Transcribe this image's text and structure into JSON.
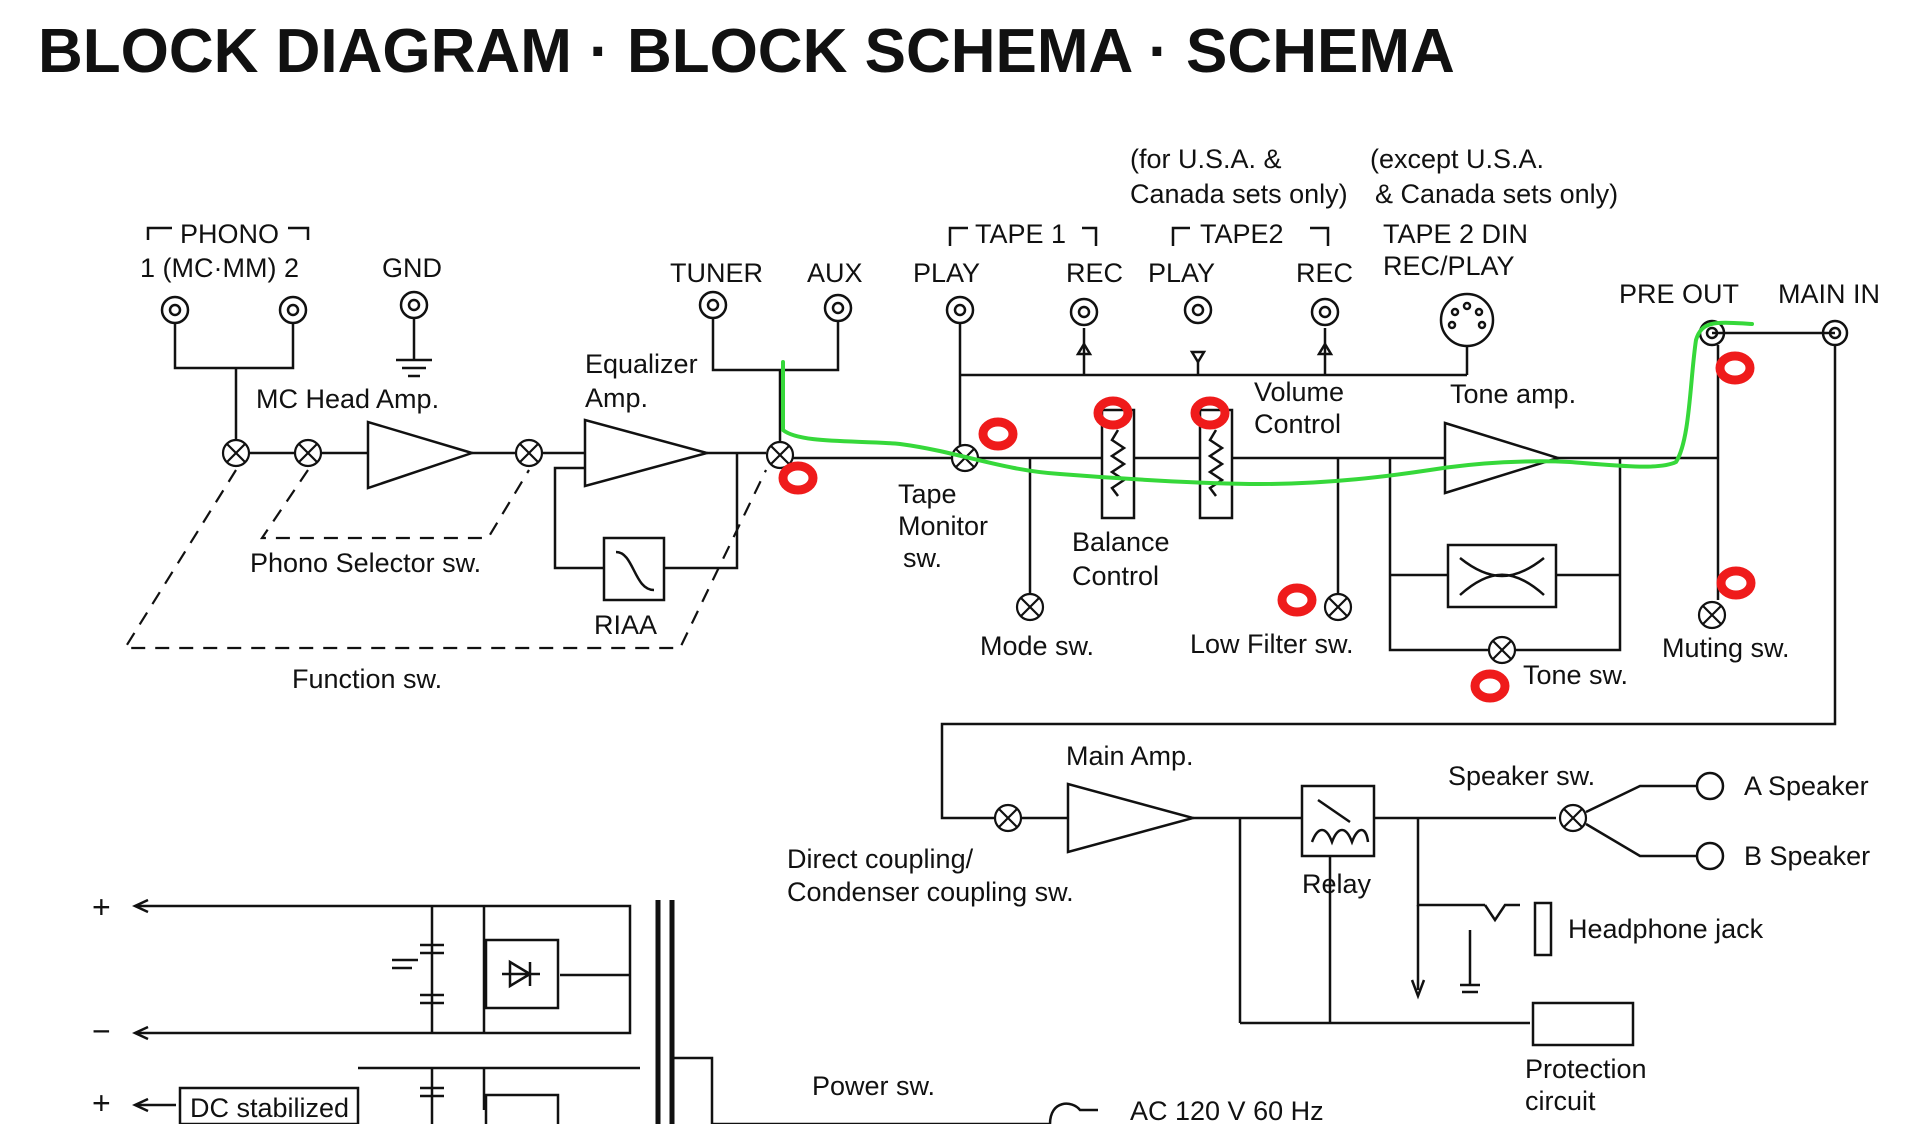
{
  "title": "BLOCK DIAGRAM · BLOCK SCHEMA · SCHEMA",
  "inputs": {
    "phono": "PHONO",
    "phono_sub": "1  (MC·MM)  2",
    "gnd": "GND",
    "tuner": "TUNER",
    "aux": "AUX",
    "tape1": "TAPE 1",
    "tape2": "TAPE2",
    "play": "PLAY",
    "rec": "REC",
    "note_usa_1": "(for U.S.A. &",
    "note_usa_2": "Canada sets only)",
    "note_except_1": "(except U.S.A.",
    "note_except_2": "& Canada sets only)",
    "din_1": "TAPE 2 DIN",
    "din_2": "REC/PLAY",
    "pre_out": "PRE OUT",
    "main_in": "MAIN IN"
  },
  "blocks": {
    "mc_head_amp": "MC Head Amp.",
    "equalizer_1": "Equalizer",
    "equalizer_2": "Amp.",
    "riaa": "RIAA",
    "phono_selector": "Phono Selector sw.",
    "function_sw": "Function sw.",
    "tape_monitor_1": "Tape",
    "tape_monitor_2": "Monitor",
    "tape_monitor_3": "sw.",
    "balance_1": "Balance",
    "balance_2": "Control",
    "volume_1": "Volume",
    "volume_2": "Control",
    "mode_sw": "Mode sw.",
    "low_filter": "Low Filter sw.",
    "tone_amp": "Tone amp.",
    "tone_sw": "Tone sw.",
    "muting_sw": "Muting sw.",
    "main_amp": "Main Amp.",
    "direct_1": "Direct coupling/",
    "direct_2": "Condenser coupling sw.",
    "relay": "Relay",
    "speaker_sw": "Speaker sw.",
    "speaker_a": "A  Speaker",
    "speaker_b": "B  Speaker",
    "headphone": "Headphone jack",
    "protection_1": "Protection",
    "protection_2": "circuit",
    "plus": "+",
    "minus": "−",
    "dc_stabilized": "DC stabilized",
    "power_sw": "Power sw.",
    "ac": "AC 120 V 60 Hz"
  },
  "colors": {
    "annotation_mark": "#ef1b1b",
    "signal_trace": "#36d83a",
    "ink": "#111111"
  }
}
